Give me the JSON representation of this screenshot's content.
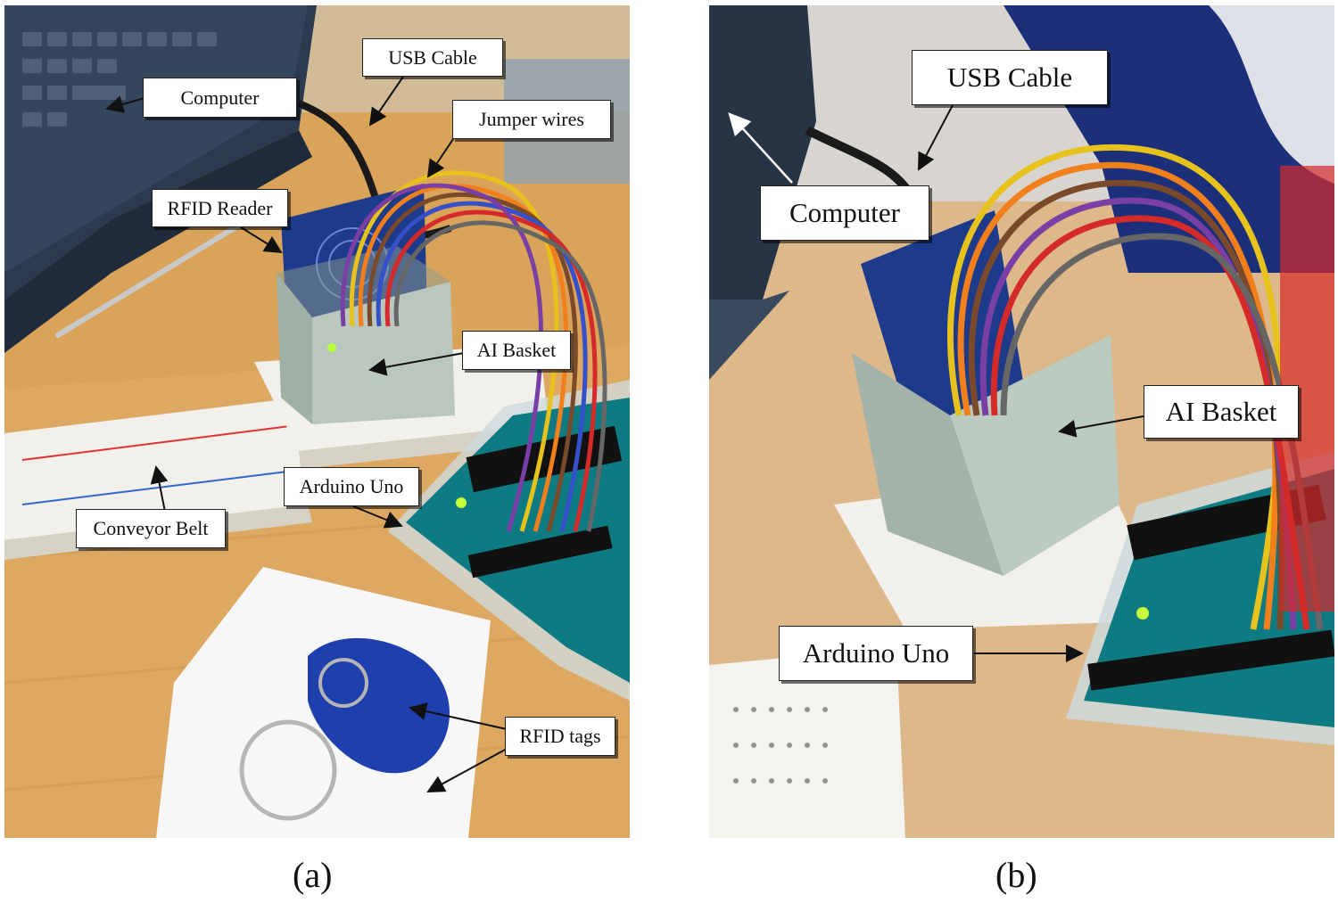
{
  "panel_a": {
    "caption": "(a)",
    "labels": {
      "computer": "Computer",
      "usb_cable": "USB Cable",
      "jumper_wires": "Jumper wires",
      "rfid_reader": "RFID Reader",
      "ai_basket": "AI Basket",
      "arduino_uno": "Arduino Uno",
      "conveyor_belt": "Conveyor Belt",
      "rfid_tags": "RFID tags"
    }
  },
  "panel_b": {
    "caption": "(b)",
    "labels": {
      "usb_cable": "USB Cable",
      "computer": "Computer",
      "ai_basket": "AI Basket",
      "arduino_uno": "Arduino Uno"
    }
  },
  "colors": {
    "desk": "#d9a35a",
    "laptop": "#2b3a4e",
    "breadboard": "#f2f0ea",
    "arduino": "#0e7b83",
    "basket": "#b9c7bd",
    "rfid_board": "#1e3a8a",
    "key_fob": "#1f3fae"
  }
}
